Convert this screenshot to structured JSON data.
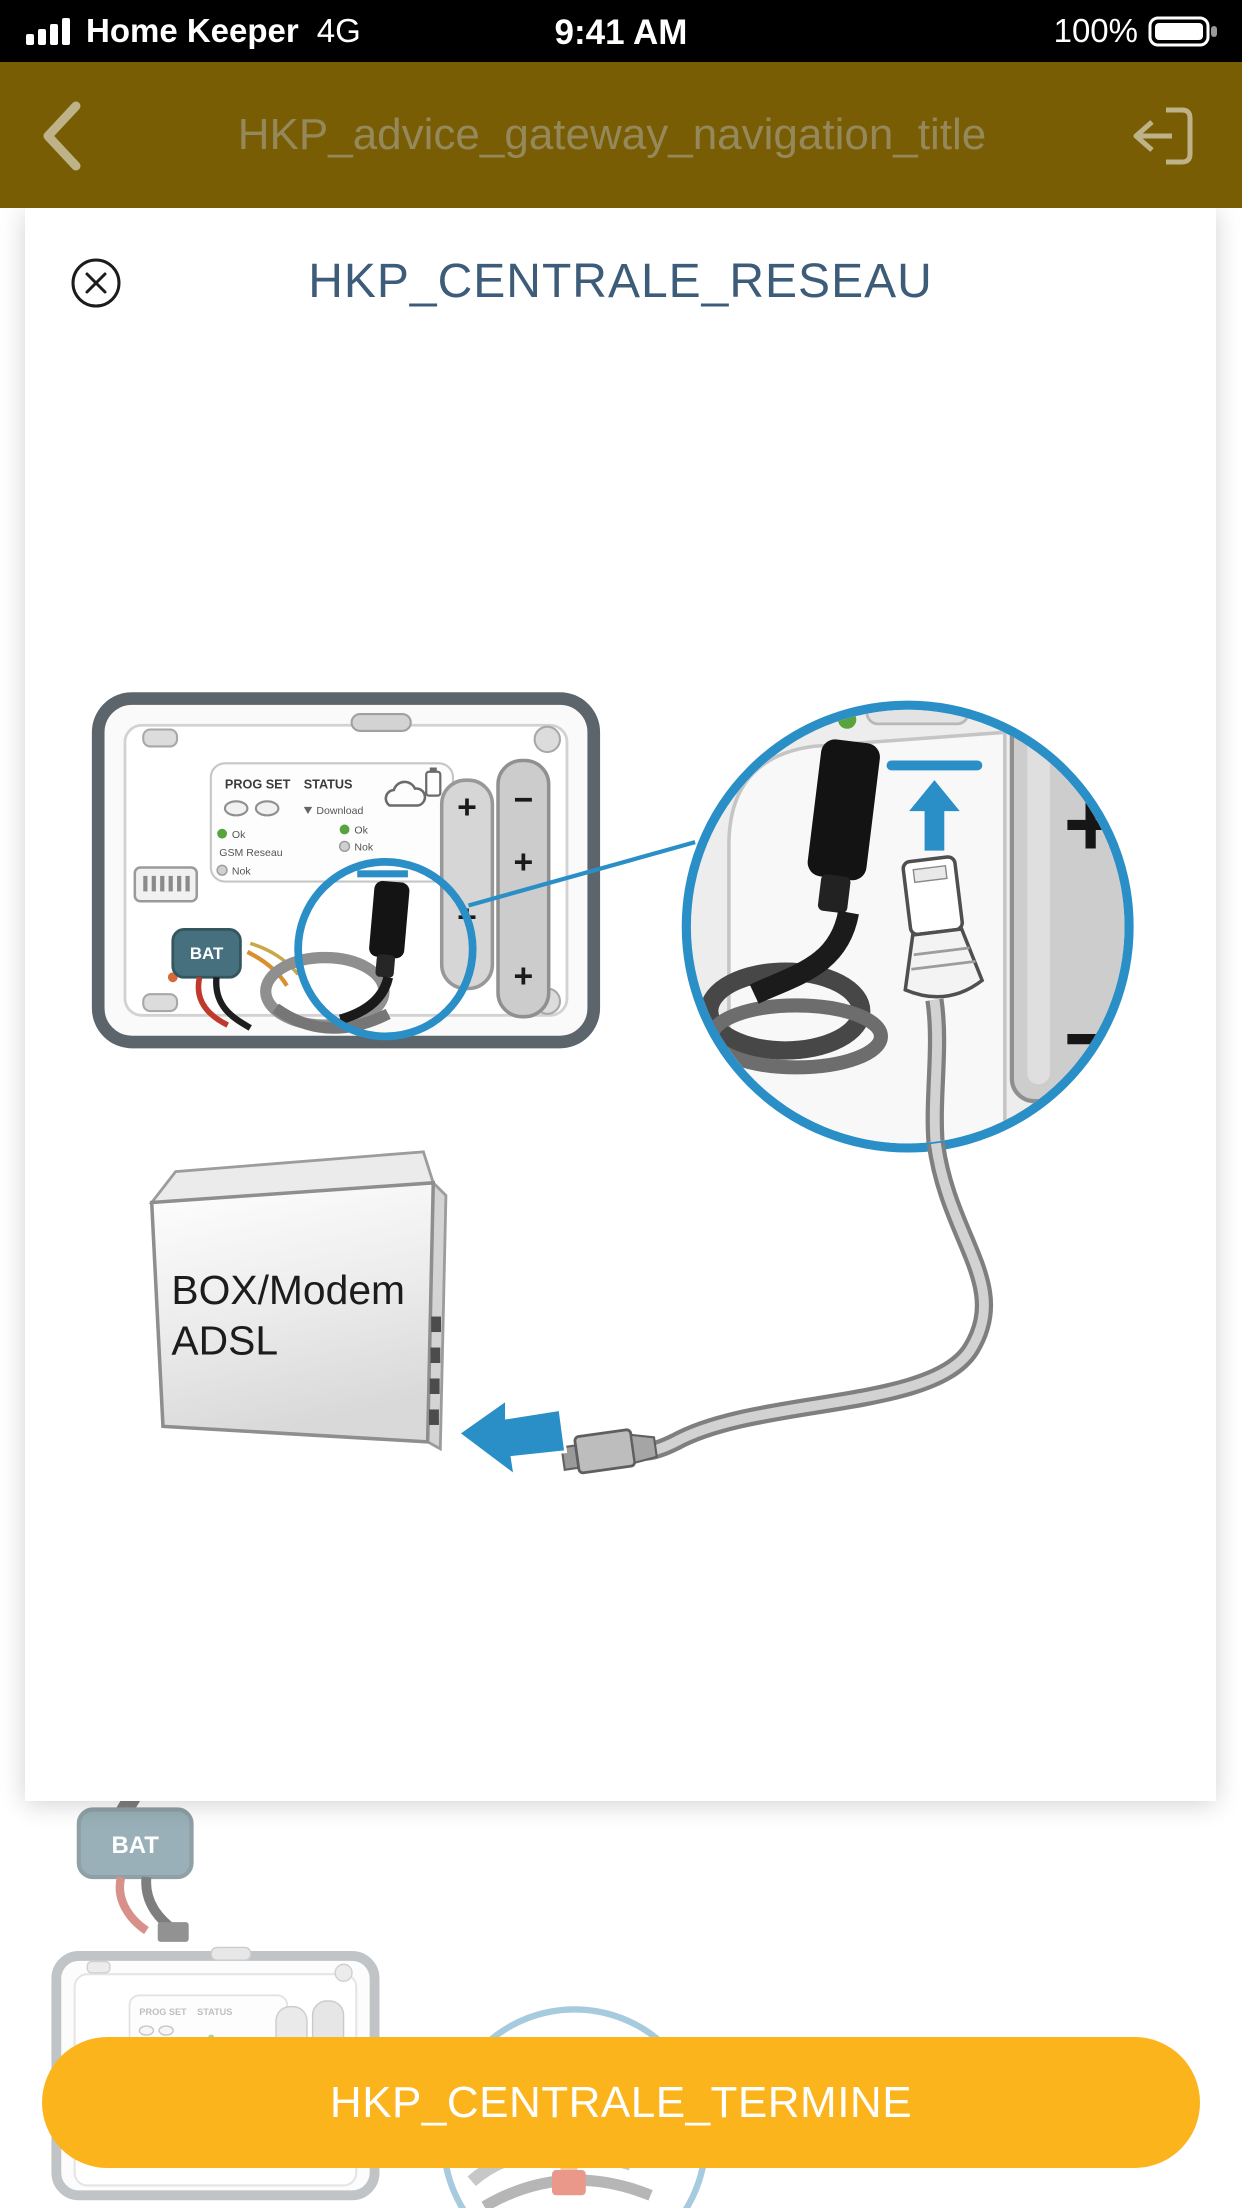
{
  "status_bar": {
    "carrier": "Home Keeper",
    "network": "4G",
    "time": "9:41 AM",
    "battery_percent": "100%"
  },
  "nav": {
    "title": "HKP_advice_gateway_navigation_title"
  },
  "modal": {
    "title": "HKP_CENTRALE_RESEAU"
  },
  "illustration": {
    "panel": {
      "prog_set": "PROG SET",
      "status": "STATUS",
      "download": "Download",
      "ok": "Ok",
      "nok": "Nok",
      "gsm": "GSM Reseau",
      "bat": "BAT"
    },
    "plus": "+",
    "minus": "−",
    "modem_line1": "BOX/Modem",
    "modem_line2": "ADSL"
  },
  "background_preview": {
    "bat": "BAT",
    "prog_set": "PROG SET",
    "status": "STATUS"
  },
  "footer": {
    "done_button": "HKP_CENTRALE_TERMINE"
  },
  "colors": {
    "accent_blue": "#2A8FC7",
    "button_yellow": "#FBB41C",
    "nav_background": "#785D04",
    "modal_title_blue": "#3D5C7A"
  }
}
